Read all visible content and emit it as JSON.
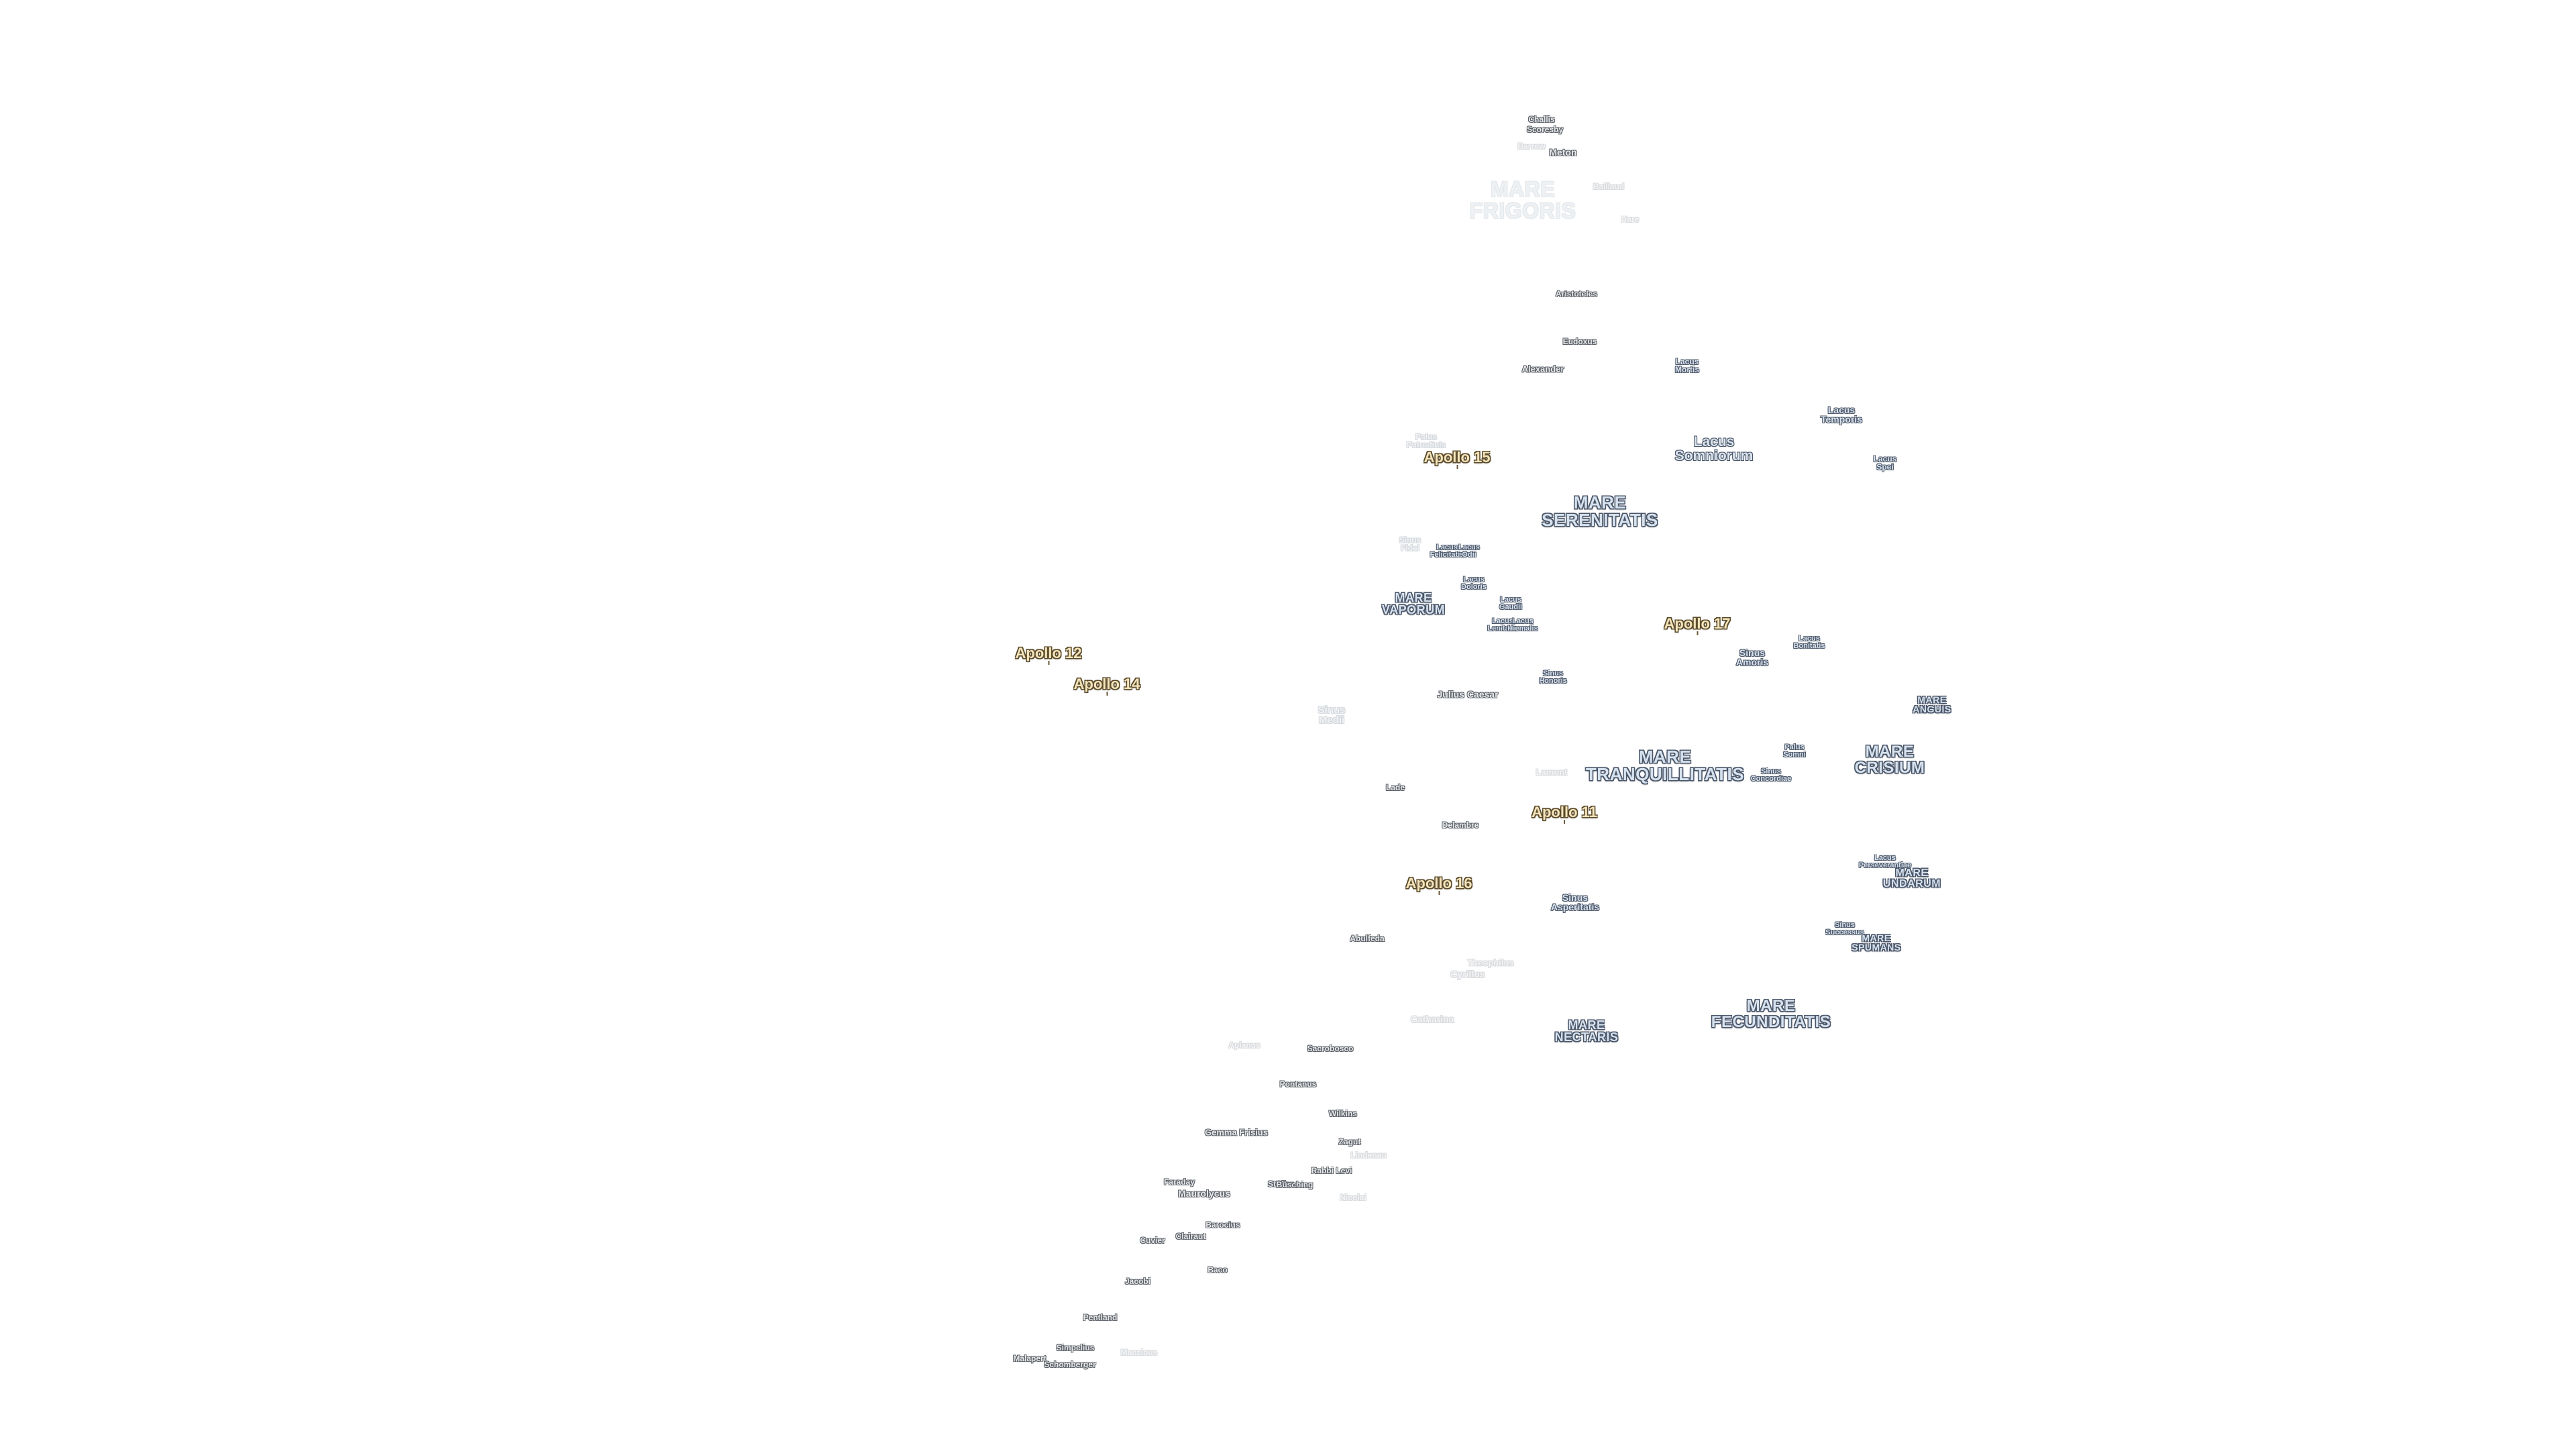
{
  "map": {
    "background_color": "#ffffff",
    "label_colors": {
      "mare": "#d6e2ee",
      "apollo": "#f4e4bc",
      "crater": "#e8eaec",
      "halo": "#4a5568"
    }
  },
  "maria": {
    "frigoris": [
      "MARE",
      "FRIGORIS"
    ],
    "serenitatis": [
      "MARE",
      "SERENITATIS"
    ],
    "vaporum": [
      "MARE",
      "VAPORUM"
    ],
    "tranquillitatis": [
      "MARE",
      "TRANQUILLITATIS"
    ],
    "crisium": [
      "MARE",
      "CRISIUM"
    ],
    "anguis": [
      "MARE",
      "ANGUIS"
    ],
    "undarum": [
      "MARE",
      "UNDARUM"
    ],
    "spumans": [
      "MARE",
      "SPUMANS"
    ],
    "nectaris": [
      "MARE",
      "NECTARIS"
    ],
    "fecunditatis": [
      "MARE",
      "FECUNDITATIS"
    ]
  },
  "lakes": {
    "somniorum": [
      "Lacus",
      "Somniorum"
    ],
    "mortis": [
      "Lacus",
      "Mortis"
    ],
    "temporis": [
      "Lacus",
      "Temporis"
    ],
    "spei": [
      "Lacus",
      "Spei"
    ],
    "felicitatis": [
      "Lacus",
      "Felicitatis"
    ],
    "odii": [
      "Lacus",
      "Odii"
    ],
    "doloris": [
      "Lacus",
      "Doloris"
    ],
    "gaudii": [
      "Lacus",
      "Gaudii"
    ],
    "lenitatis": [
      "Lacus",
      "Lenitatis"
    ],
    "hiemalis": [
      "Lacus",
      "Hiemalis"
    ],
    "bonitatis": [
      "Lacus",
      "Bonitatis"
    ],
    "perseverantiae": [
      "Lacus",
      "Perseverantiae"
    ],
    "sinus_fidei": [
      "Sinus",
      "Fidei"
    ],
    "sinus_honoris": [
      "Sinus",
      "Honoris"
    ],
    "sinus_amoris": [
      "Sinus",
      "Amoris"
    ],
    "sinus_medii": [
      "Sinus",
      "Medii"
    ],
    "sinus_concordiae": [
      "Sinus",
      "Concordiae"
    ],
    "palus_somni": [
      "Palus",
      "Somni"
    ],
    "sinus_asperitatis": [
      "Sinus",
      "Asperitatis"
    ],
    "sinus_successus": [
      "Sinus",
      "Successus"
    ],
    "palus_putredinis": [
      "Palus",
      "Putredinis"
    ]
  },
  "apollo": {
    "a12": "Apollo 12",
    "a14": "Apollo 14",
    "a15": "Apollo 15",
    "a17": "Apollo 17",
    "a11": "Apollo 11",
    "a16": "Apollo 16"
  },
  "craters": {
    "challis": "Challis",
    "scoresby": "Scoresby",
    "meton": "Meton",
    "barrow": "Barrow",
    "baillaud": "Baillaud",
    "hare": "Hare",
    "aristoteles": "Aristoteles",
    "eudoxus": "Eudoxus",
    "alexander": "Alexander",
    "julius_caesar": "Julius Caesar",
    "lamont": "Lamont",
    "lade": "Lade",
    "delambre": "Delambre",
    "abulfeda": "Abulfeda",
    "theophilus": "Theophilus",
    "cyrillus": "Cyrillus",
    "catharina": "Catharina",
    "apianus": "Apianus",
    "sacrobosco": "Sacrobosco",
    "pontanus": "Pontanus",
    "wilkins": "Wilkins",
    "gemma_frisius": "Gemma Frisius",
    "zagut": "Zagut",
    "lindenau": "Lindenau",
    "rabbi_levi": "Rabbi Levi",
    "faraday": "Faraday",
    "maurolycus": "Maurolycus",
    "stofler": "Stöfler",
    "buching": "Büsching",
    "nicolai": "Nicolai",
    "barocius": "Barocius",
    "cuvier": "Cuvier",
    "clairaut": "Clairaut",
    "baco": "Baco",
    "jacobi": "Jacobi",
    "pentland": "Pentland",
    "simpelius": "Simpelius",
    "mutus": "Manzinus",
    "malapert": "Malapert",
    "schomberger": "Schomberger"
  }
}
